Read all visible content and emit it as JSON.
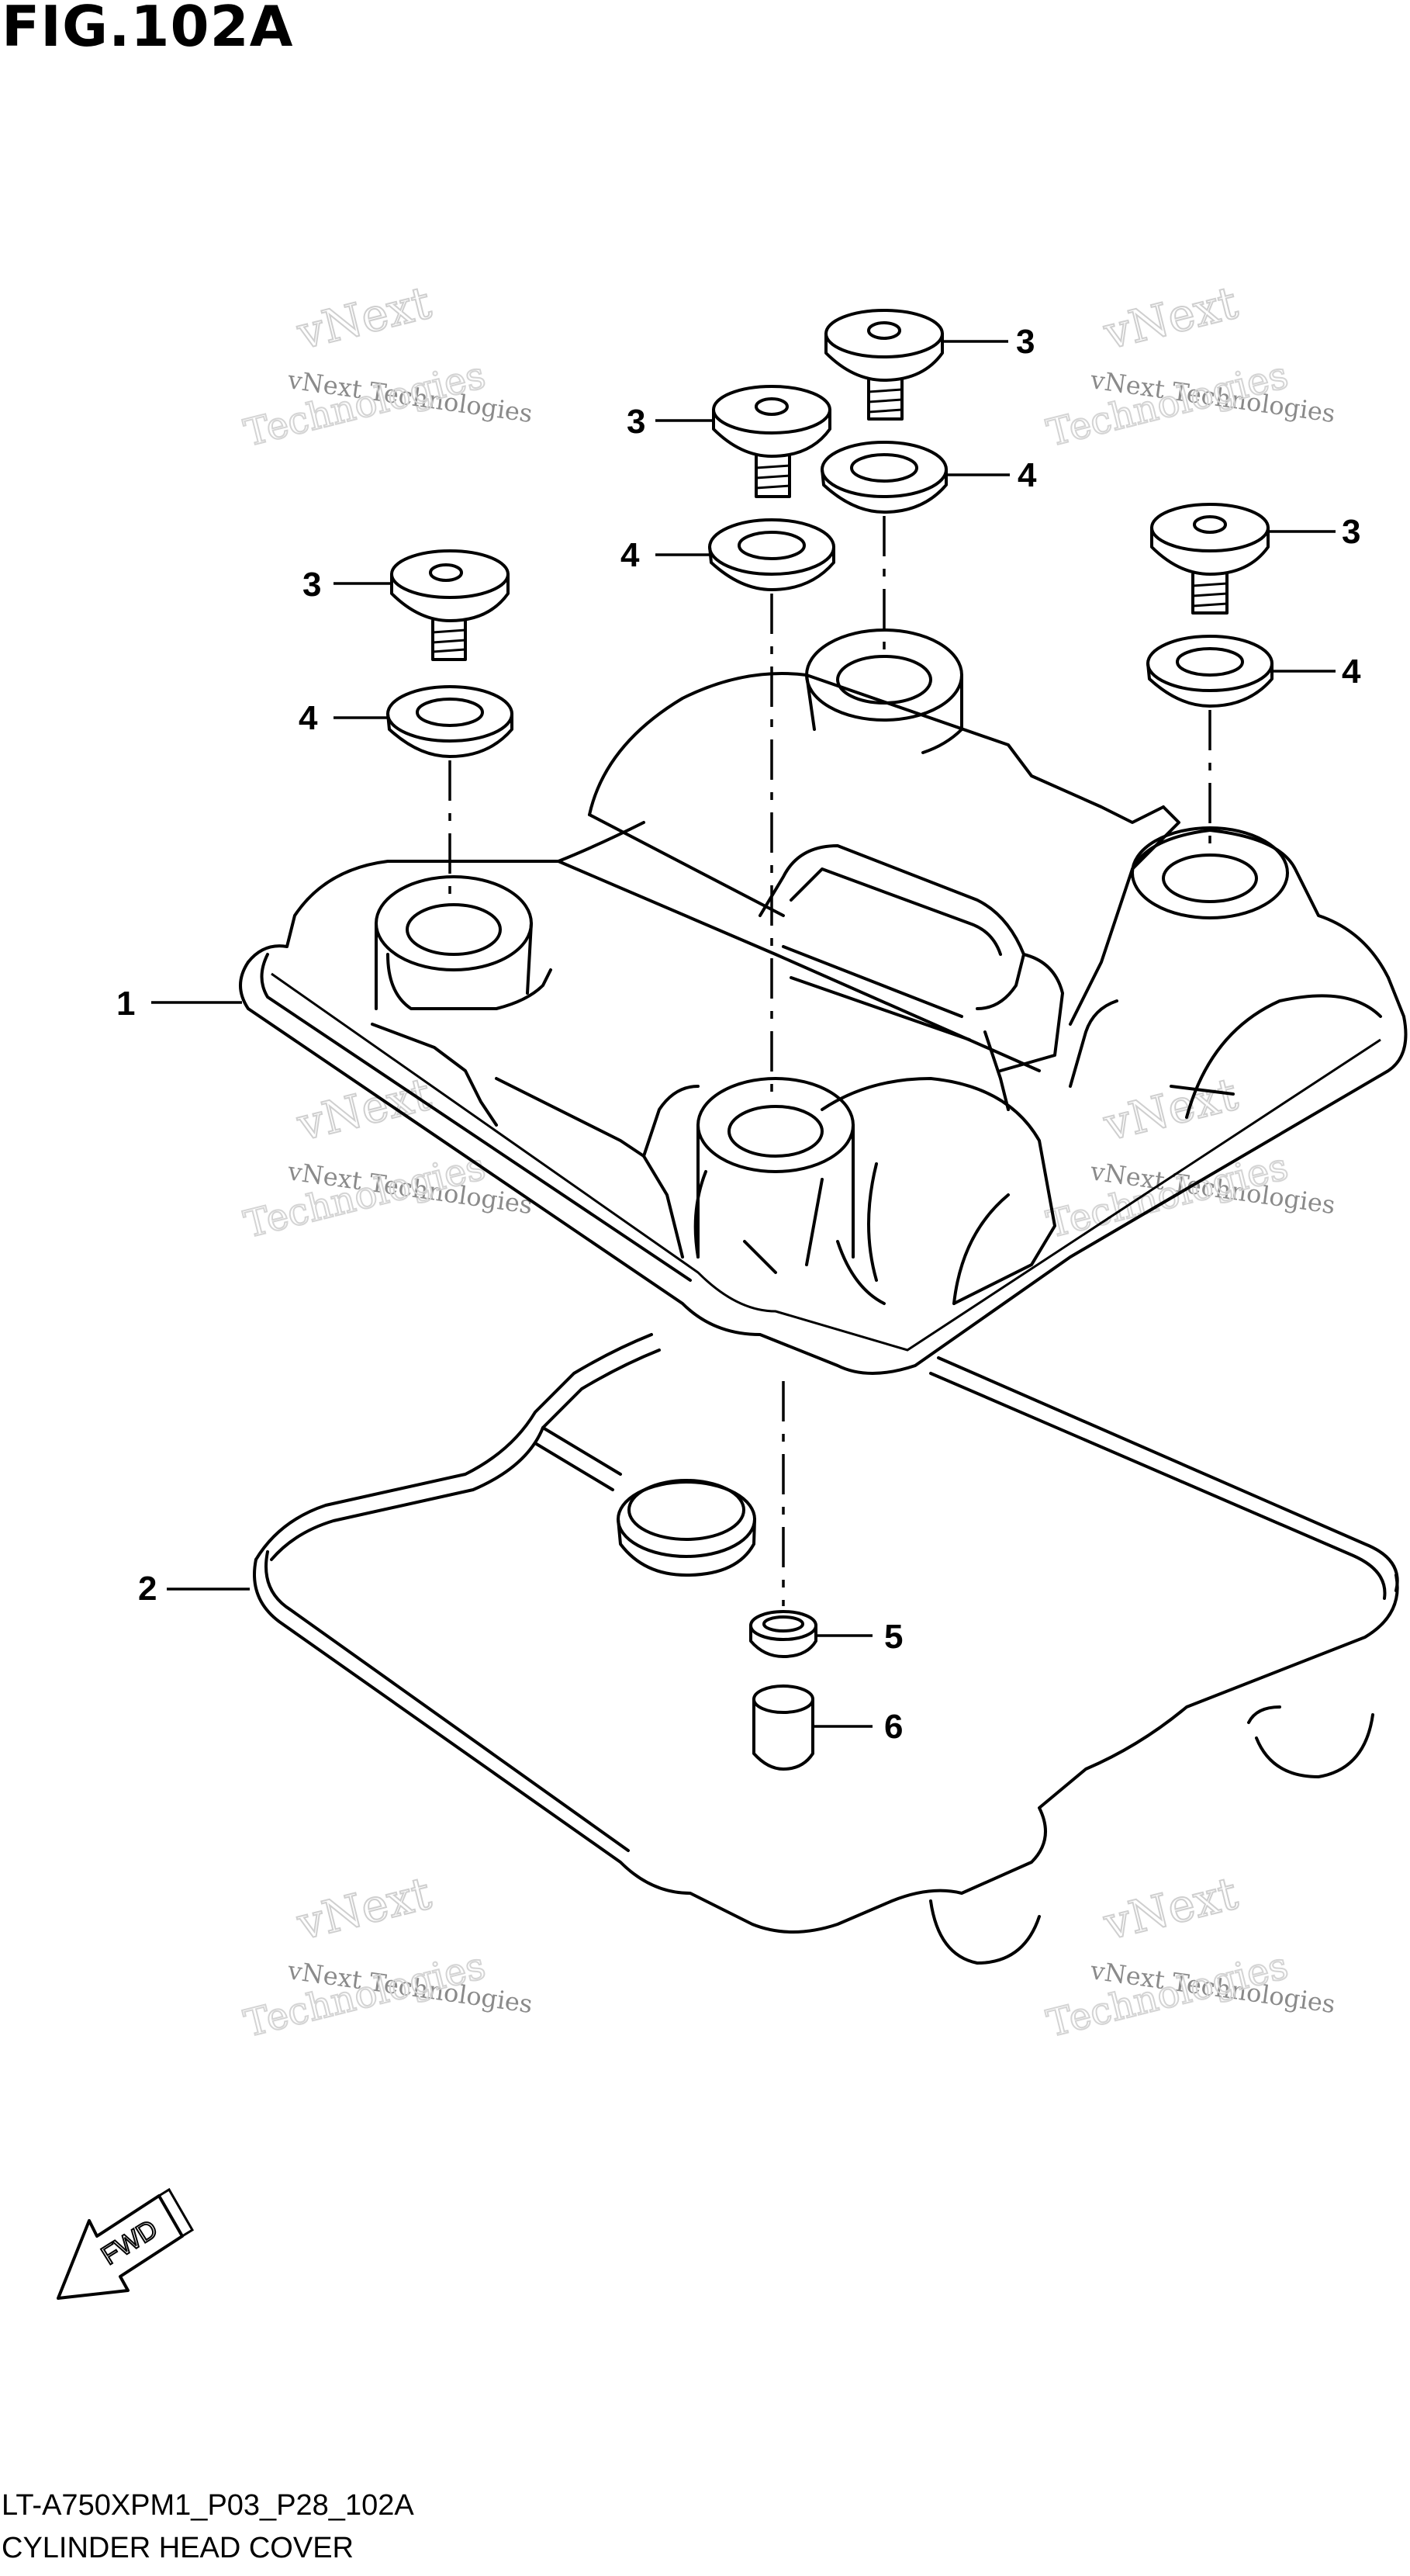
{
  "figure": {
    "title": "FIG.102A",
    "code": "LT-A750XPM1_P03_P28_102A",
    "name": "CYLINDER HEAD COVER"
  },
  "watermark": {
    "line1": "vNext",
    "line2": "vNext Technologies",
    "line3": "Technologies"
  },
  "callouts": [
    {
      "id": "c1",
      "label": "1"
    },
    {
      "id": "c2",
      "label": "2"
    },
    {
      "id": "c3a",
      "label": "3"
    },
    {
      "id": "c3b",
      "label": "3"
    },
    {
      "id": "c3c",
      "label": "3"
    },
    {
      "id": "c3d",
      "label": "3"
    },
    {
      "id": "c4a",
      "label": "4"
    },
    {
      "id": "c4b",
      "label": "4"
    },
    {
      "id": "c4c",
      "label": "4"
    },
    {
      "id": "c4d",
      "label": "4"
    },
    {
      "id": "c5",
      "label": "5"
    },
    {
      "id": "c6",
      "label": "6"
    }
  ],
  "fwd_label": "FWD"
}
